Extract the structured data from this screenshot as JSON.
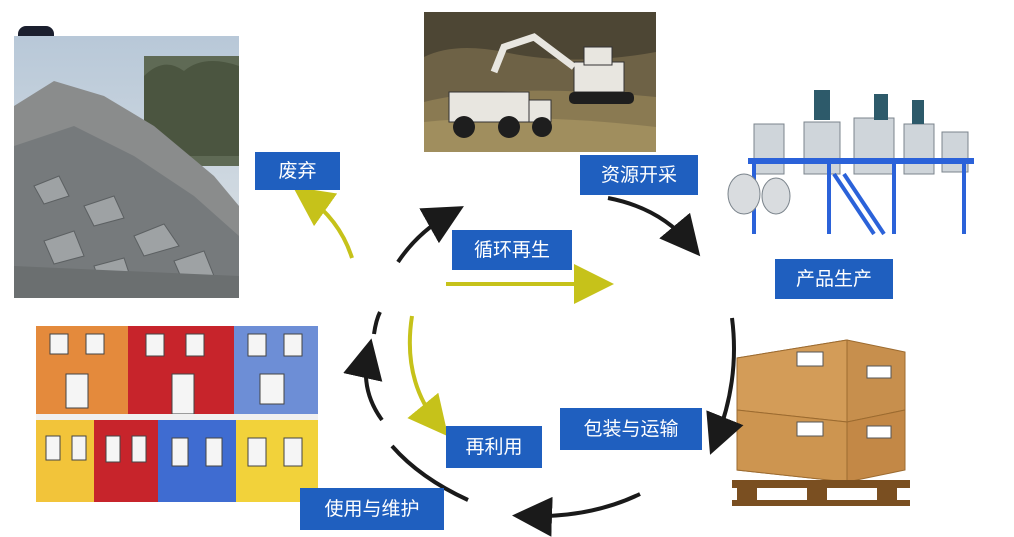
{
  "labels": {
    "discard": "废弃",
    "mining": "资源开采",
    "recycle": "循环再生",
    "production": "产品生产",
    "packaging": "包装与运输",
    "reuse": "再利用",
    "use": "使用与维护"
  },
  "colors": {
    "label_bg": "#1f5fbf",
    "arrow_black": "#1a1a1a",
    "arrow_yellow": "#c6c21a"
  },
  "icons": [
    "brain-icon"
  ]
}
